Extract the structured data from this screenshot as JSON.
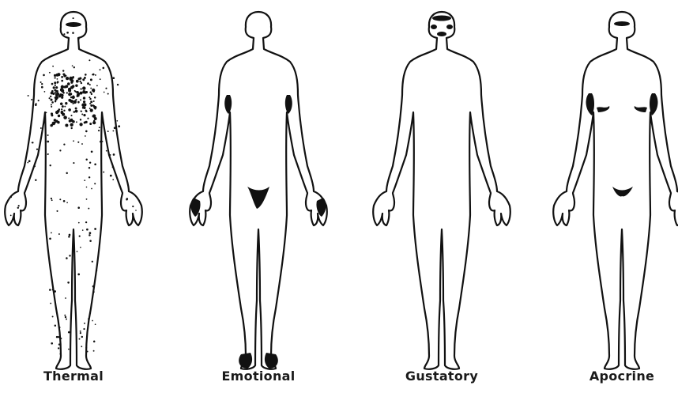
{
  "figures": [
    {
      "id": "thermal",
      "label": "Thermal"
    },
    {
      "id": "emotional",
      "label": "Emotional"
    },
    {
      "id": "gustatory",
      "label": "Gustatory"
    },
    {
      "id": "apocrine",
      "label": "Apocrine"
    }
  ],
  "ink_color": "#111111"
}
